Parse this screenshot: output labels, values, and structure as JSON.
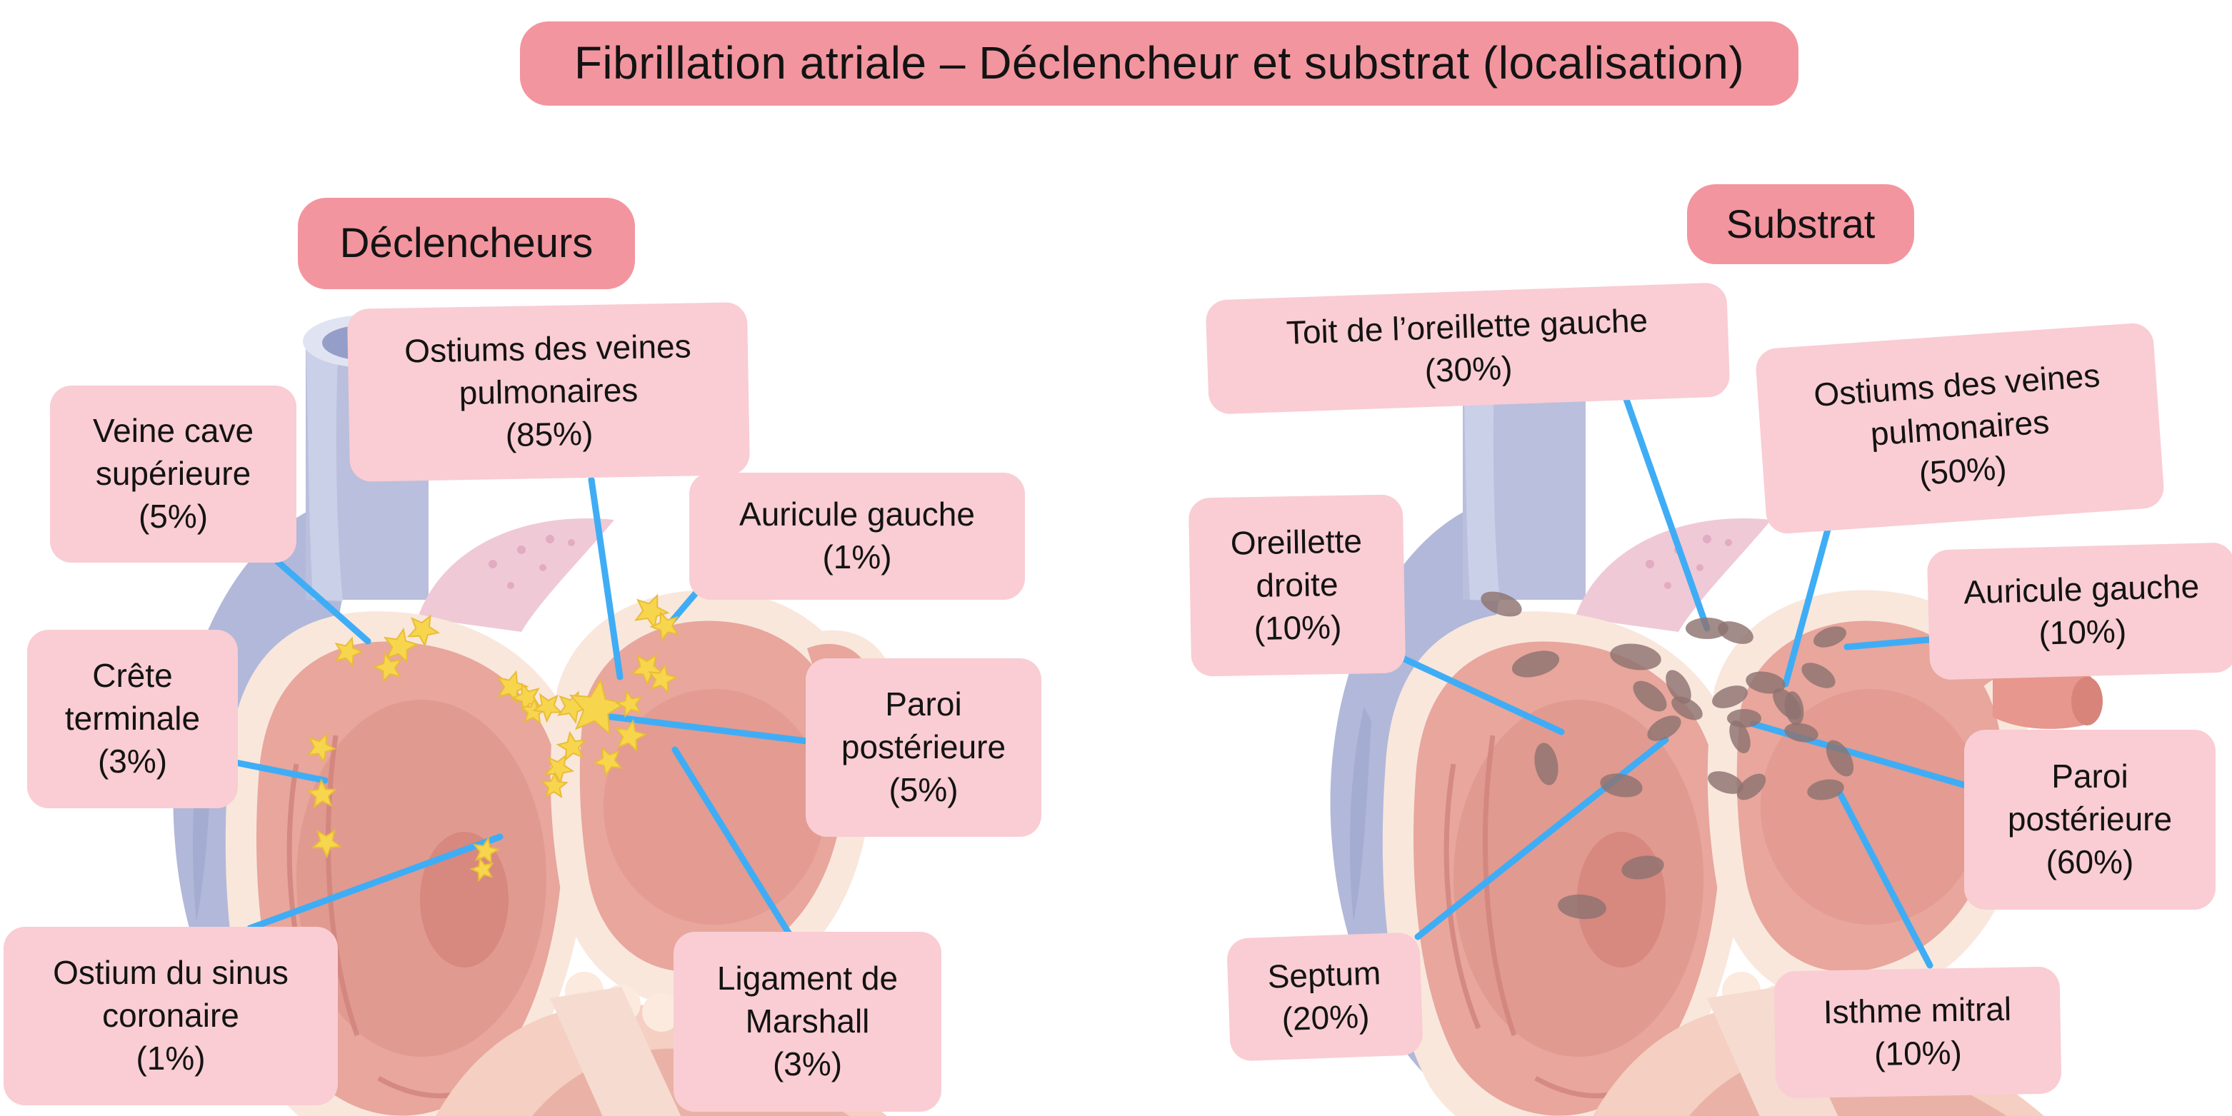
{
  "title": "Fibrillation atriale – Déclencheur et substrat (localisation)",
  "colors": {
    "header_bg": "#f2959f",
    "label_bg": "#f9cdd3",
    "line": "#3fadf5",
    "star_fill": "#f7d64d",
    "star_edge": "#e9bc38",
    "patch": "#8d7370",
    "text": "#131313"
  },
  "sections": [
    {
      "id": "declencheurs",
      "header": "Déclencheurs",
      "marker": "star",
      "labels": [
        {
          "name": "Veine cave supérieure",
          "pct": "(5%)"
        },
        {
          "name": "Ostiums des veines pulmonaires",
          "pct": "(85%)"
        },
        {
          "name": "Auricule gauche",
          "pct": "(1%)"
        },
        {
          "name": "Crête terminale",
          "pct": "(3%)"
        },
        {
          "name": "Ostium du sinus coronaire",
          "pct": "(1%)"
        },
        {
          "name": "Paroi postérieure",
          "pct": "(5%)"
        },
        {
          "name": "Ligament de Marshall",
          "pct": "(3%)"
        }
      ]
    },
    {
      "id": "substrat",
      "header": "Substrat",
      "marker": "patch",
      "labels": [
        {
          "name": "Toit de l’oreillette gauche",
          "pct": "(30%)"
        },
        {
          "name": "Ostiums des veines pulmonaires",
          "pct": "(50%)"
        },
        {
          "name": "Oreillette droite",
          "pct": "(10%)"
        },
        {
          "name": "Auricule gauche",
          "pct": "(10%)"
        },
        {
          "name": "Paroi postérieure",
          "pct": "(60%)"
        },
        {
          "name": "Septum",
          "pct": "(20%)"
        },
        {
          "name": "Isthme mitral",
          "pct": "(10%)"
        }
      ]
    }
  ]
}
